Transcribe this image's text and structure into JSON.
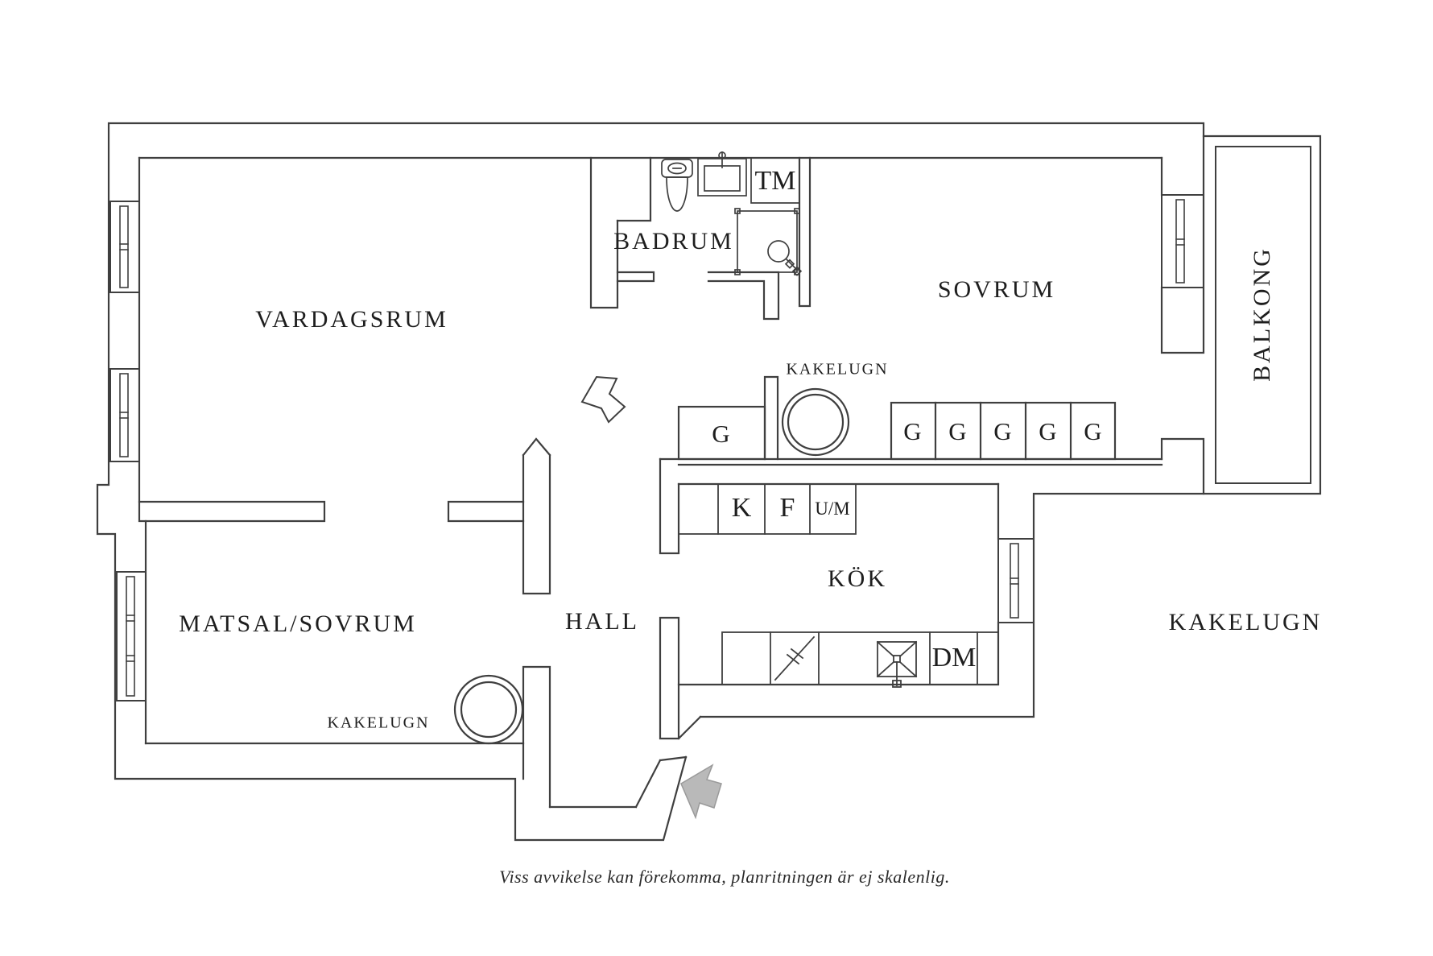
{
  "plan": {
    "rooms": {
      "vardagsrum": "VARDAGSRUM",
      "badrum": "BADRUM",
      "sovrum": "SOVRUM",
      "kok": "KÖK",
      "hall": "HALL",
      "matsal": "MATSAL/SOVRUM",
      "balkong": "BALKONG"
    },
    "stoves": {
      "kakelugn_sovrum": "KAKELUGN",
      "kakelugn_matsal": "KAKELUGN",
      "kakelugn_right": "KAKELUGN"
    },
    "appliances": {
      "tm": "TM",
      "dm": "DM",
      "k": "K",
      "f": "F",
      "um": "U/M"
    },
    "wardrobes": [
      "G",
      "G",
      "G",
      "G",
      "G",
      "G"
    ],
    "icons": [
      "toilet-icon",
      "washbasin-icon",
      "shower-icon",
      "stove-icon",
      "kitchen-sink-icon",
      "entrance-arrow-icon",
      "passage-arrow-icon",
      "window-icon",
      "kakelugn-circle-icon"
    ],
    "footer": "Viss avvikelse kan förekomma, planritningen är ej skalenlig.",
    "colors": {
      "line": "#3f3f3f",
      "text": "#1e1e1e",
      "entrance_arrow_fill": "#b9b9b9",
      "background": "#ffffff"
    }
  }
}
